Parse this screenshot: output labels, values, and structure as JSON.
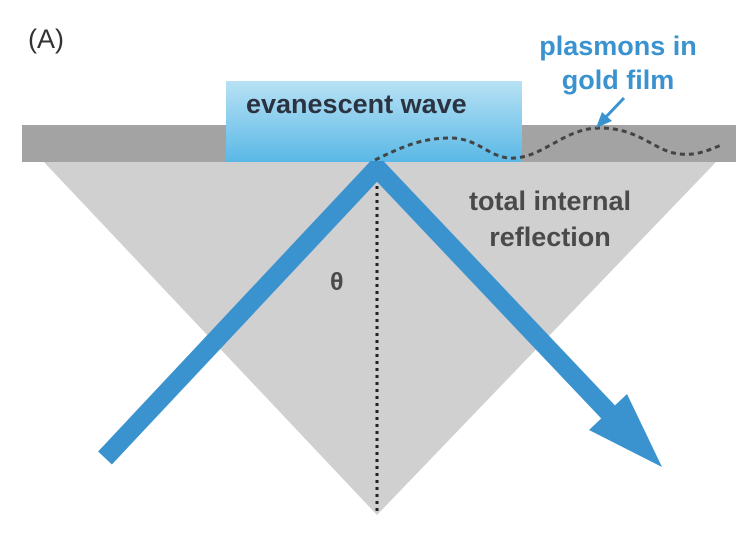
{
  "panel_label": "(A)",
  "labels": {
    "evanescent_wave": "evanescent wave",
    "plasmons_line1": "plasmons in",
    "plasmons_line2": "gold film",
    "tir_line1": "total internal",
    "tir_line2": "reflection",
    "angle": "θ"
  },
  "colors": {
    "beam": "#3a93cf",
    "plasmon_text": "#3a93cf",
    "gold_film": "#a3a3a3",
    "prism": "#d0d0d0",
    "evanescent_top": "#b8e2f4",
    "evanescent_bottom": "#5ab8e6",
    "plasmon_wave": "#444444",
    "normal_line": "#222222"
  }
}
